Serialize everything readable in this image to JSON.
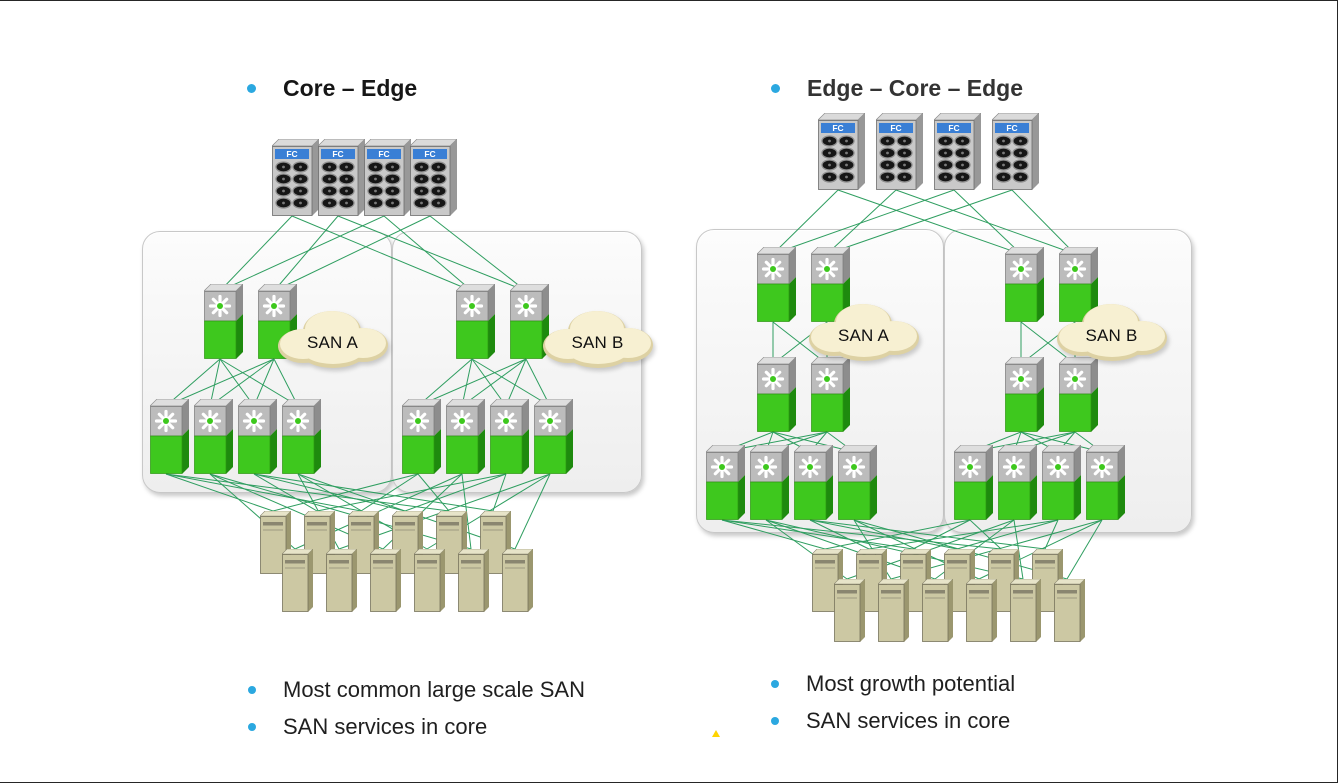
{
  "slide": {
    "left_diagram": {
      "title": "Core – Edge",
      "fabrics": [
        {
          "cloud_label": "SAN A"
        },
        {
          "cloud_label": "SAN B"
        }
      ],
      "bullets": [
        "Most common large scale SAN",
        "SAN services in core"
      ],
      "topology": {
        "storage_arrays": 4,
        "core_switches_per_fabric": 2,
        "edge_switches_per_fabric": 4,
        "servers": 12,
        "fabrics": [
          "SAN A",
          "SAN B"
        ]
      }
    },
    "right_diagram": {
      "title": "Edge – Core – Edge",
      "fabrics": [
        {
          "cloud_label": "SAN A"
        },
        {
          "cloud_label": "SAN B"
        }
      ],
      "bullets": [
        "Most growth potential",
        "SAN services in core"
      ],
      "topology": {
        "storage_arrays": 4,
        "edge_switches_top_per_fabric": 2,
        "core_switches_per_fabric": 2,
        "edge_switches_bottom_per_fabric": 4,
        "servers": 12,
        "fabrics": [
          "SAN A",
          "SAN B"
        ]
      }
    }
  },
  "icons": {
    "storage_label": "FC",
    "storage_icon": "fc-disk-array-icon",
    "switch_icon": "san-switch-icon",
    "server_icon": "server-tower-icon",
    "cloud_icon": "san-cloud-icon",
    "bullet_icon": "bullet-dot-icon"
  },
  "colors": {
    "bullet_blue": "#2ba8e0",
    "link_green": "#2f9e60",
    "switch_green": "#3ec81e",
    "storage_header_blue": "#3a7fd5",
    "server_tan": "#ccc8a3",
    "cloud_cream": "#f7f0d2",
    "panel_border": "#c8c8c8",
    "text_dark": "#1d1d1d"
  }
}
